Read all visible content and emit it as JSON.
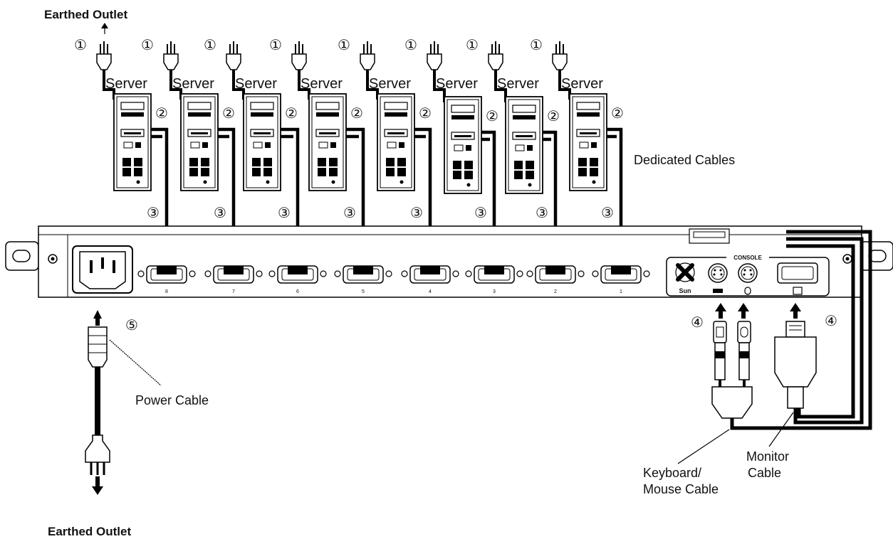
{
  "labels": {
    "earthed_outlet_top": "Earthed Outlet",
    "earthed_outlet_bottom": "Earthed Outlet",
    "server": "Server",
    "dedicated_cables": "Dedicated Cables",
    "power_cable": "Power Cable",
    "keyboard_mouse_cable_line1": "Keyboard/",
    "keyboard_mouse_cable_line2": "Mouse Cable",
    "monitor_cable_line1": "Monitor",
    "monitor_cable_line2": "Cable",
    "console": "CONSOLE",
    "sun": "Sun"
  },
  "step_markers": {
    "one": "①",
    "two": "②",
    "three": "③",
    "four": "④",
    "five": "⑤"
  },
  "servers": [
    {
      "label": "Server",
      "port": "8"
    },
    {
      "label": "Server",
      "port": "7"
    },
    {
      "label": "Server",
      "port": "6"
    },
    {
      "label": "Server",
      "port": "5"
    },
    {
      "label": "Server",
      "port": "4"
    },
    {
      "label": "Server",
      "port": "3"
    },
    {
      "label": "Server",
      "port": "2"
    },
    {
      "label": "Server",
      "port": "1"
    }
  ]
}
